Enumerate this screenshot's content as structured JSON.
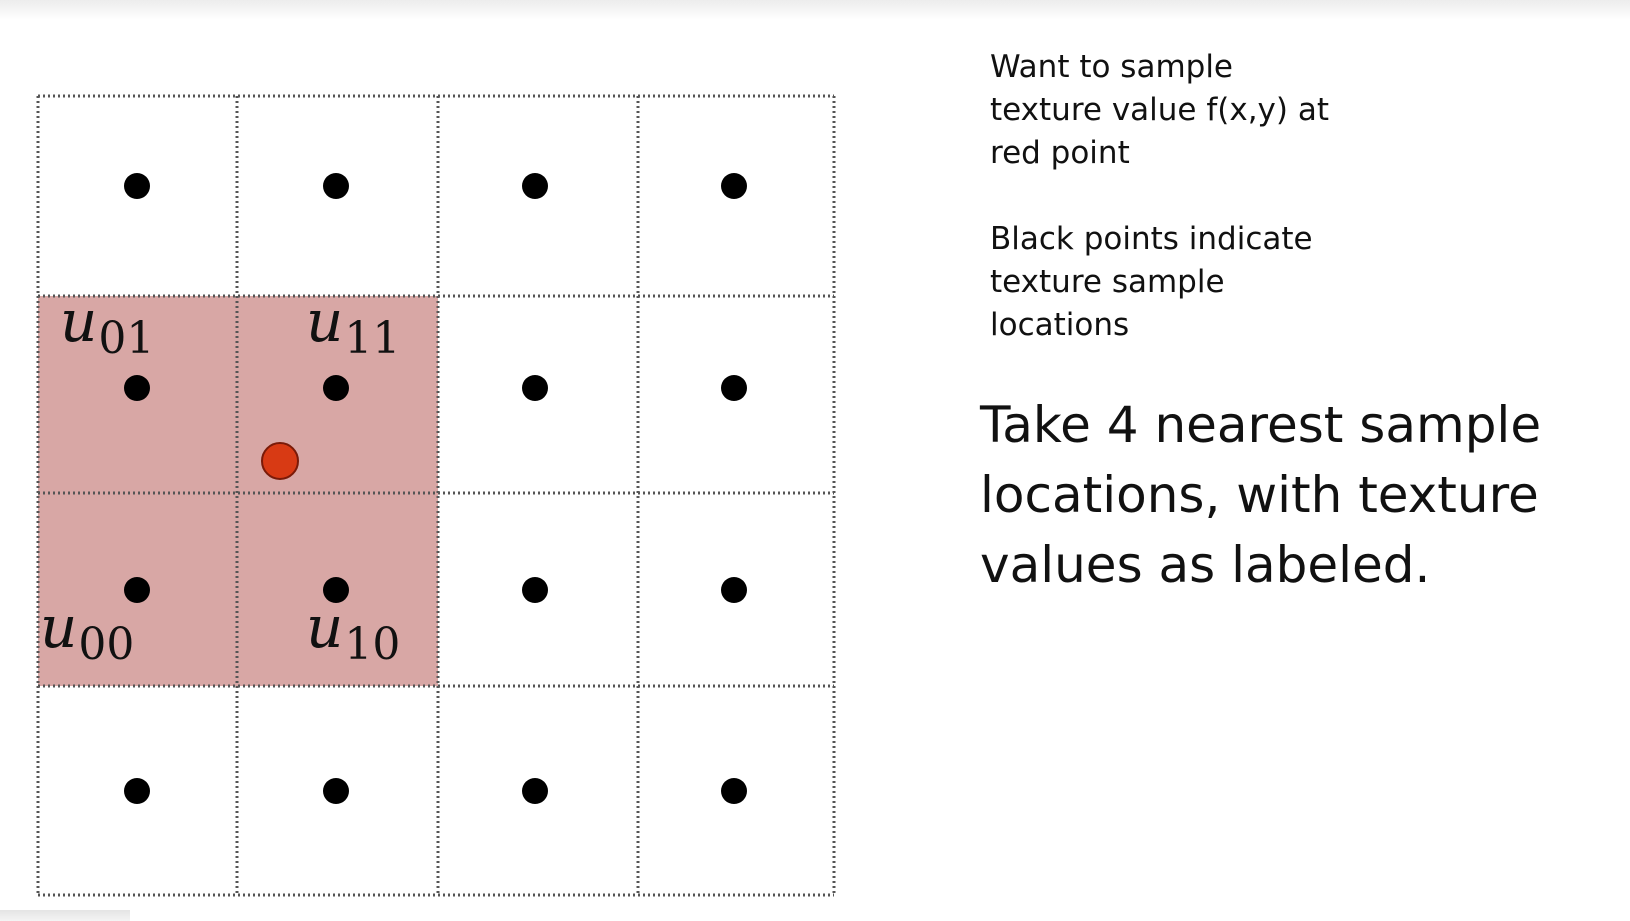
{
  "labels": {
    "u01": {
      "base": "u",
      "sub": "01"
    },
    "u11": {
      "base": "u",
      "sub": "11"
    },
    "u00": {
      "base": "u",
      "sub": "00"
    },
    "u10": {
      "base": "u",
      "sub": "10"
    }
  },
  "notes": {
    "note1": "Want to sample\ntexture value f(x,y) at\nred point",
    "note2": "Black points indicate\ntexture sample\nlocations",
    "headline": "Take 4 nearest sample\nlocations, with texture\nvalues as labeled."
  },
  "colors": {
    "highlight": "#d8a7a5",
    "query_point": "#d83a14",
    "sample_point": "#000000"
  },
  "grid": {
    "rows": 4,
    "cols": 4,
    "highlighted_cells": [
      [
        1,
        0
      ],
      [
        1,
        1
      ],
      [
        2,
        0
      ],
      [
        2,
        1
      ]
    ]
  }
}
